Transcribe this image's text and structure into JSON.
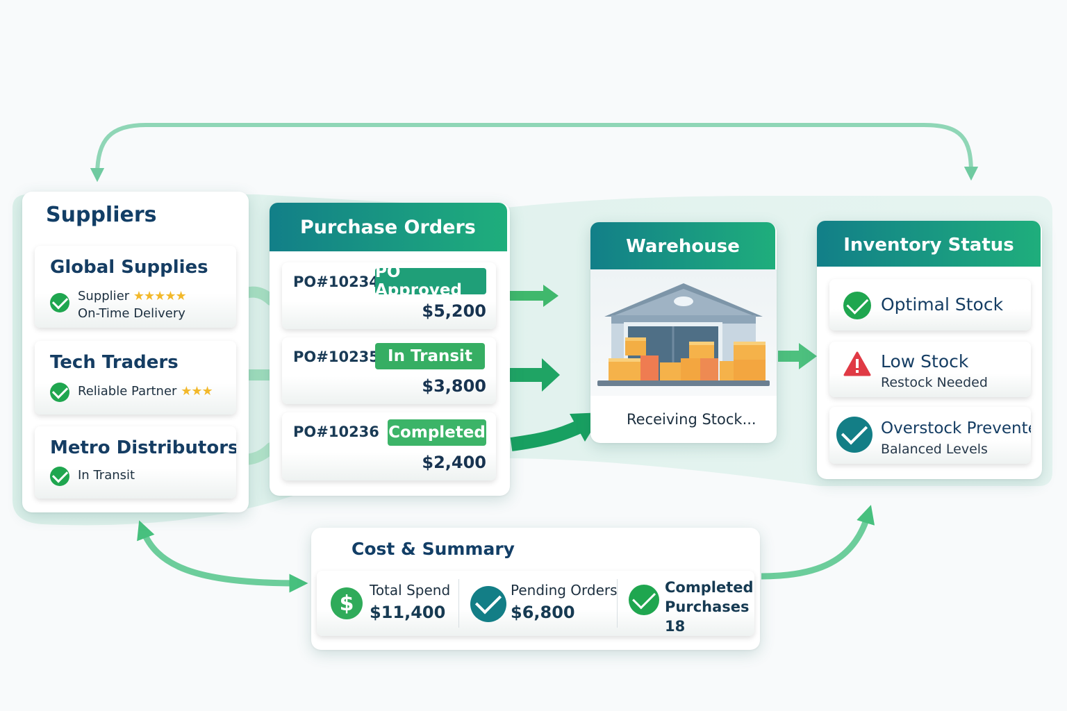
{
  "suppliers": {
    "title": "Suppliers",
    "items": [
      {
        "name": "Global Supplies",
        "line1": "Supplier",
        "stars": "★★★★★",
        "line2": "On-Time Delivery"
      },
      {
        "name": "Tech Traders",
        "line1": "Reliable Partner",
        "stars": "★★★"
      },
      {
        "name": "Metro Distributors",
        "line1": "In Transit"
      }
    ]
  },
  "purchase_orders": {
    "title": "Purchase Orders",
    "orders": [
      {
        "id": "PO#10234",
        "status": "PO Approved",
        "amount": "$5,200"
      },
      {
        "id": "PO#10235",
        "status": "In Transit",
        "amount": "$3,800"
      },
      {
        "id": "PO#10236",
        "status": "Completed",
        "amount": "$2,400"
      }
    ]
  },
  "warehouse": {
    "title": "Warehouse",
    "caption": "Receiving Stock..."
  },
  "inventory": {
    "title": "Inventory Status",
    "items": [
      {
        "title": "Optimal Stock",
        "icon": "check-circle-icon"
      },
      {
        "title": "Low Stock",
        "subtitle": "Restock Needed",
        "icon": "warning-triangle-icon"
      },
      {
        "title": "Overstock Prevented",
        "subtitle": "Balanced Levels",
        "icon": "check-circle-icon"
      }
    ]
  },
  "summary": {
    "title": "Cost & Summary",
    "metrics": [
      {
        "label": "Total Spend",
        "value": "$11,400",
        "icon": "dollar-icon"
      },
      {
        "label": "Pending Orders",
        "value": "$6,800",
        "icon": "check-circle-icon"
      },
      {
        "label": "Completed Purchases",
        "label_line1": "Completed",
        "label_line2": "Purchases",
        "value": "18",
        "icon": "check-circle-icon"
      }
    ]
  },
  "colors": {
    "teal": "#127f88",
    "green": "#1fae7c",
    "status_green": "#2fb06c",
    "check_green": "#1fa64f",
    "warning_red": "#e03a45",
    "navy_text": "#163a52"
  }
}
